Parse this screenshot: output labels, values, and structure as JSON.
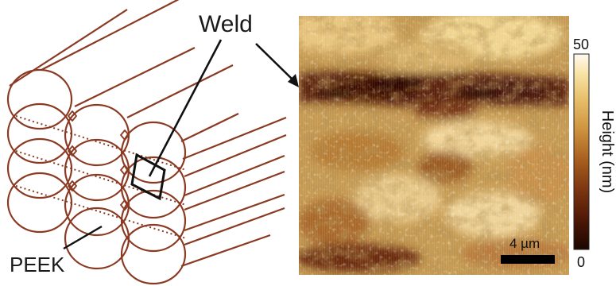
{
  "labels": {
    "weld": "Weld",
    "peek": "PEEK",
    "scalebar": "4 µm",
    "colorbar_title": "Height (nm)",
    "colorbar_max": "50",
    "colorbar_min": "0"
  },
  "colors": {
    "filament_stroke": "#8a3a22",
    "callout_stroke": "#111111",
    "colormap": [
      "#1c0600",
      "#4a1606",
      "#7a3410",
      "#a85f1e",
      "#cf9540",
      "#e9c26f",
      "#f8e3a6",
      "#fffaf0"
    ]
  },
  "colorbar": {
    "min": 0,
    "max": 50
  }
}
